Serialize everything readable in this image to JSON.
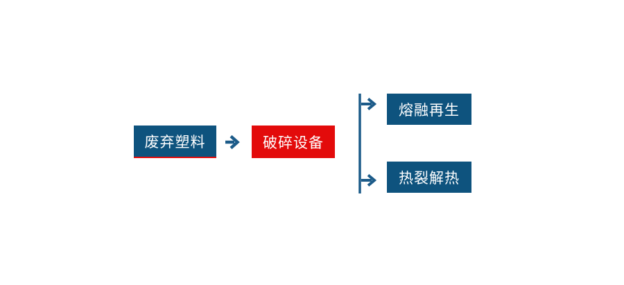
{
  "diagram": {
    "title": "waste-plastic-recycling-flow",
    "nodes": {
      "source": {
        "label": "废弃塑料"
      },
      "process": {
        "label": "破碎设备"
      },
      "branch_top": {
        "label": "熔融再生"
      },
      "branch_bottom": {
        "label": "热裂解热"
      }
    },
    "icons": {
      "main_arrow": "right-arrow",
      "branch_arrows": "right-arrow"
    },
    "colors": {
      "background": "#ffffff",
      "box_blue": "#0e537e",
      "box_red": "#e30b0b",
      "underline_red": "#e30b0b",
      "arrow_blue": "#1c5b89",
      "text_white": "#ffffff"
    }
  }
}
